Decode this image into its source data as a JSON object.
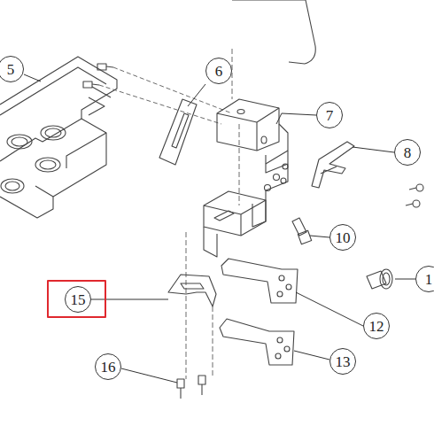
{
  "diagram": {
    "labels": [
      "5",
      "6",
      "7",
      "8",
      "10",
      "1",
      "12",
      "13",
      "15",
      "16"
    ]
  }
}
